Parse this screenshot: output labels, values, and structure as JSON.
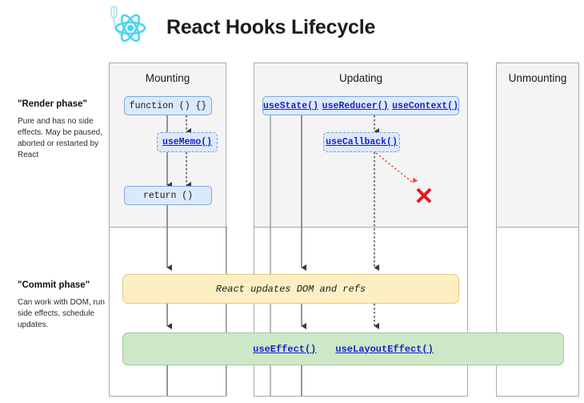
{
  "header": {
    "title": "React Hooks Lifecycle",
    "logo_icon": "react-atom-logo"
  },
  "phases": [
    {
      "id": "render",
      "title": "\"Render phase\"",
      "description": "Pure and has no side effects. May be paused, aborted or restarted by React"
    },
    {
      "id": "commit",
      "title": "\"Commit phase\"",
      "description": "Can work with DOM, run side effects, schedule updates."
    }
  ],
  "columns": [
    {
      "id": "mounting",
      "title": "Mounting"
    },
    {
      "id": "updating",
      "title": "Updating"
    },
    {
      "id": "unmounting",
      "title": "Unmounting"
    }
  ],
  "nodes": {
    "function_decl": "function () {}",
    "use_memo": "useMemo()",
    "return_call": "return ()",
    "use_state": "useState()",
    "use_reducer": "useReducer()",
    "use_context": "useContext()",
    "use_callback": "useCallback()"
  },
  "bars": {
    "dom_update": "React updates DOM and refs",
    "use_effect": "useEffect()",
    "use_layout_effect": "useLayoutEffect()"
  },
  "marks": {
    "blocked": "✕"
  },
  "colors": {
    "node_fill": "#dce9fb",
    "node_border": "#7aa7dd",
    "link_text": "#1a22c9",
    "dom_bar_fill": "#fdefc3",
    "dom_bar_border": "#e3c97e",
    "effects_bar_fill": "#cce8c6",
    "effects_bar_border": "#9ec995",
    "render_shade": "#f4f4f4",
    "blocked_mark": "#e8171b",
    "react_cyan": "#4cd3f5"
  }
}
